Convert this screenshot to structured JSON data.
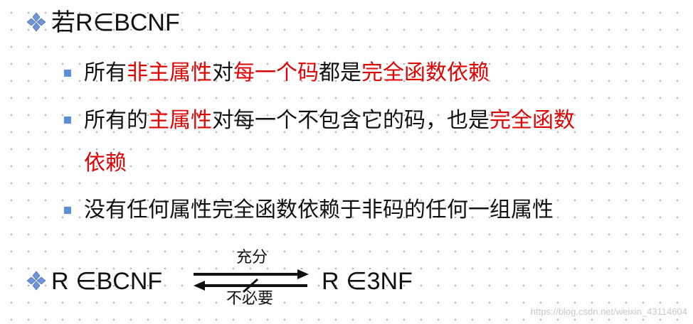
{
  "heading1": {
    "prefix": "若R",
    "symbol": "∈",
    "suffix": "BCNF"
  },
  "items": [
    {
      "segments": [
        {
          "text": "所有",
          "red": false
        },
        {
          "text": "非主属性",
          "red": true
        },
        {
          "text": "对",
          "red": false
        },
        {
          "text": "每一个码",
          "red": true
        },
        {
          "text": "都是",
          "red": false
        },
        {
          "text": "完全函数依赖",
          "red": true
        }
      ]
    },
    {
      "line1": [
        {
          "text": "所有的",
          "red": false
        },
        {
          "text": "主属性",
          "red": true
        },
        {
          "text": "对每一个不包含它的码，也是",
          "red": false
        },
        {
          "text": "完全函数",
          "red": true
        }
      ],
      "line2": [
        {
          "text": "依赖",
          "red": true
        }
      ]
    },
    {
      "segments": [
        {
          "text": "没有任何属性完全函数依赖于非码的任何一组属性",
          "red": false
        }
      ]
    }
  ],
  "formula": {
    "left": "R ∈BCNF",
    "right": "R ∈3NF",
    "top_label": "充分",
    "bottom_label": "不必要"
  },
  "watermark": "https://blog.csdn.net/weixin_43114604",
  "colors": {
    "emphasis": "#e00000",
    "bullet_square": "#5b8fd6",
    "diamond": "#6f95d8"
  }
}
